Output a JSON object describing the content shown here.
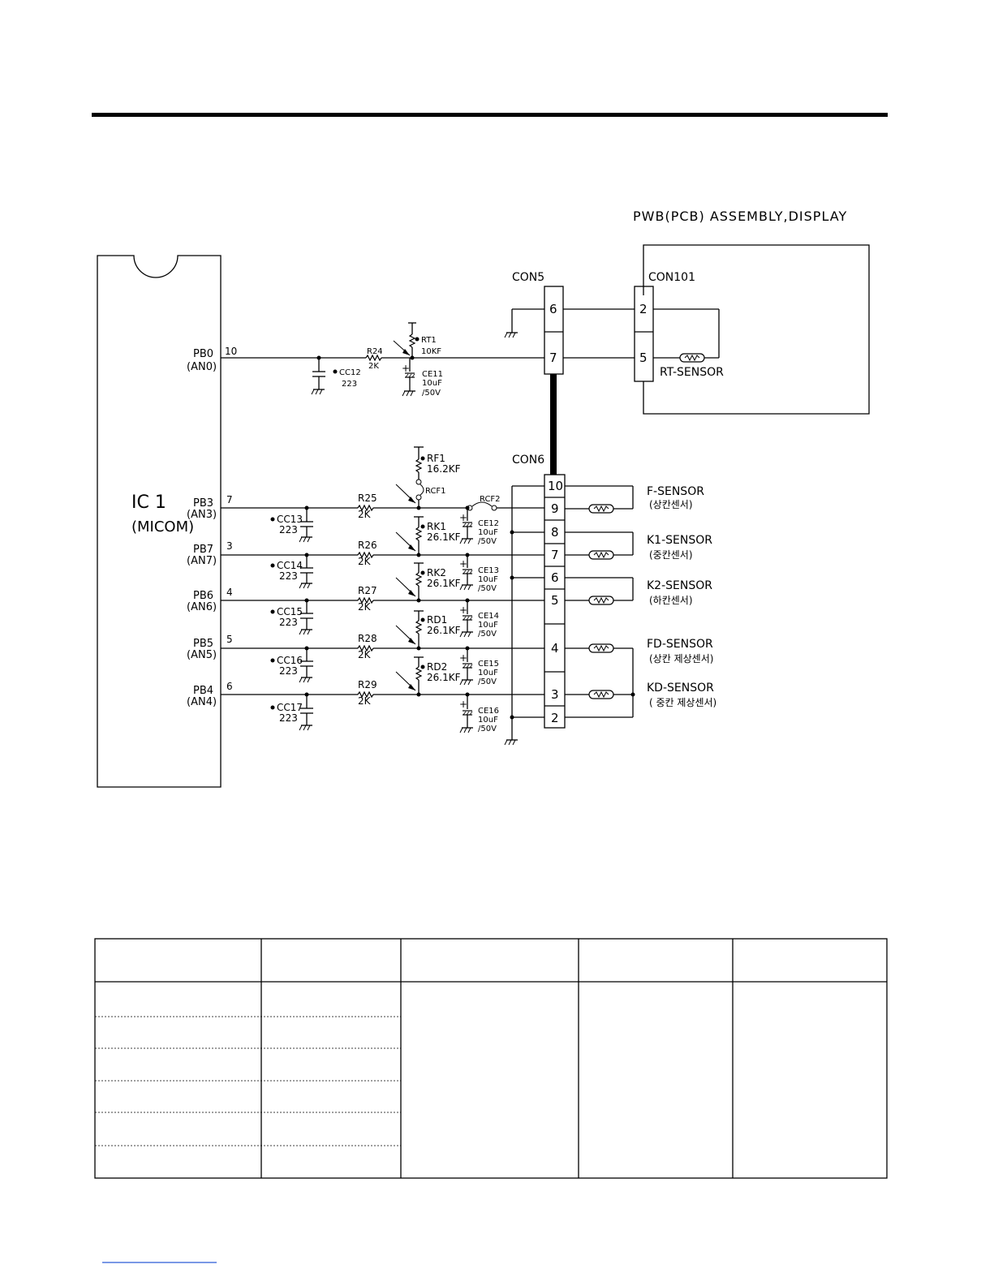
{
  "header_title": "PWB(PCB) ASSEMBLY,DISPLAY",
  "ic": {
    "name": "IC 1",
    "sub": "(MICOM)"
  },
  "pins": [
    {
      "port": "PB0",
      "an": "(AN0)",
      "num": "10"
    },
    {
      "port": "PB3",
      "an": "(AN3)",
      "num": "7"
    },
    {
      "port": "PB7",
      "an": "(AN7)",
      "num": "3"
    },
    {
      "port": "PB6",
      "an": "(AN6)",
      "num": "4"
    },
    {
      "port": "PB5",
      "an": "(AN5)",
      "num": "5"
    },
    {
      "port": "PB4",
      "an": "(AN4)",
      "num": "6"
    }
  ],
  "caps_small": [
    {
      "name": "CC12",
      "val": "223"
    },
    {
      "name": "CC13",
      "val": "223"
    },
    {
      "name": "CC14",
      "val": "223"
    },
    {
      "name": "CC15",
      "val": "223"
    },
    {
      "name": "CC16",
      "val": "223"
    },
    {
      "name": "CC17",
      "val": "223"
    }
  ],
  "resistors": [
    {
      "name": "R24",
      "val": "2K"
    },
    {
      "name": "R25",
      "val": "2K"
    },
    {
      "name": "R26",
      "val": "2K"
    },
    {
      "name": "R27",
      "val": "2K"
    },
    {
      "name": "R28",
      "val": "2K"
    },
    {
      "name": "R29",
      "val": "2K"
    }
  ],
  "pullups": [
    {
      "name": "RT1",
      "val": "10KF"
    },
    {
      "name": "RF1",
      "val": "16.2KF"
    },
    {
      "name": "RK1",
      "val": "26.1KF"
    },
    {
      "name": "RK2",
      "val": "26.1KF"
    },
    {
      "name": "RD1",
      "val": "26.1KF"
    },
    {
      "name": "RD2",
      "val": "26.1KF"
    }
  ],
  "rcf1": "RCF1",
  "rcf2": "RCF2",
  "elcaps": [
    {
      "name": "CE11",
      "v1": "10uF",
      "v2": "/50V"
    },
    {
      "name": "CE12",
      "v1": "10uF",
      "v2": "/50V"
    },
    {
      "name": "CE13",
      "v1": "10uF",
      "v2": "/50V"
    },
    {
      "name": "CE14",
      "v1": "10uF",
      "v2": "/50V"
    },
    {
      "name": "CE15",
      "v1": "10uF",
      "v2": "/50V"
    },
    {
      "name": "CE16",
      "v1": "10uF",
      "v2": "/50V"
    }
  ],
  "plus": "+",
  "connectors": {
    "con5": "CON5",
    "con6": "CON6",
    "con101": "CON101"
  },
  "con5_pins": [
    "6",
    "7"
  ],
  "con101_pins": [
    "2",
    "5"
  ],
  "con6_pins": [
    "10",
    "9",
    "8",
    "7",
    "6",
    "5",
    "4",
    "3",
    "2"
  ],
  "rt_sensor": "RT-SENSOR",
  "sensors": [
    {
      "name": "F-SENSOR",
      "kr": "(상칸센서)"
    },
    {
      "name": "K1-SENSOR",
      "kr": "(중칸센서)"
    },
    {
      "name": "K2-SENSOR",
      "kr": "(하칸센서)"
    },
    {
      "name": "FD-SENSOR",
      "kr": "(상칸 제상센서)"
    },
    {
      "name": "KD-SENSOR",
      "kr": "( 중칸 제상센서)"
    }
  ],
  "table": {
    "rows": 6,
    "cols": 5
  }
}
